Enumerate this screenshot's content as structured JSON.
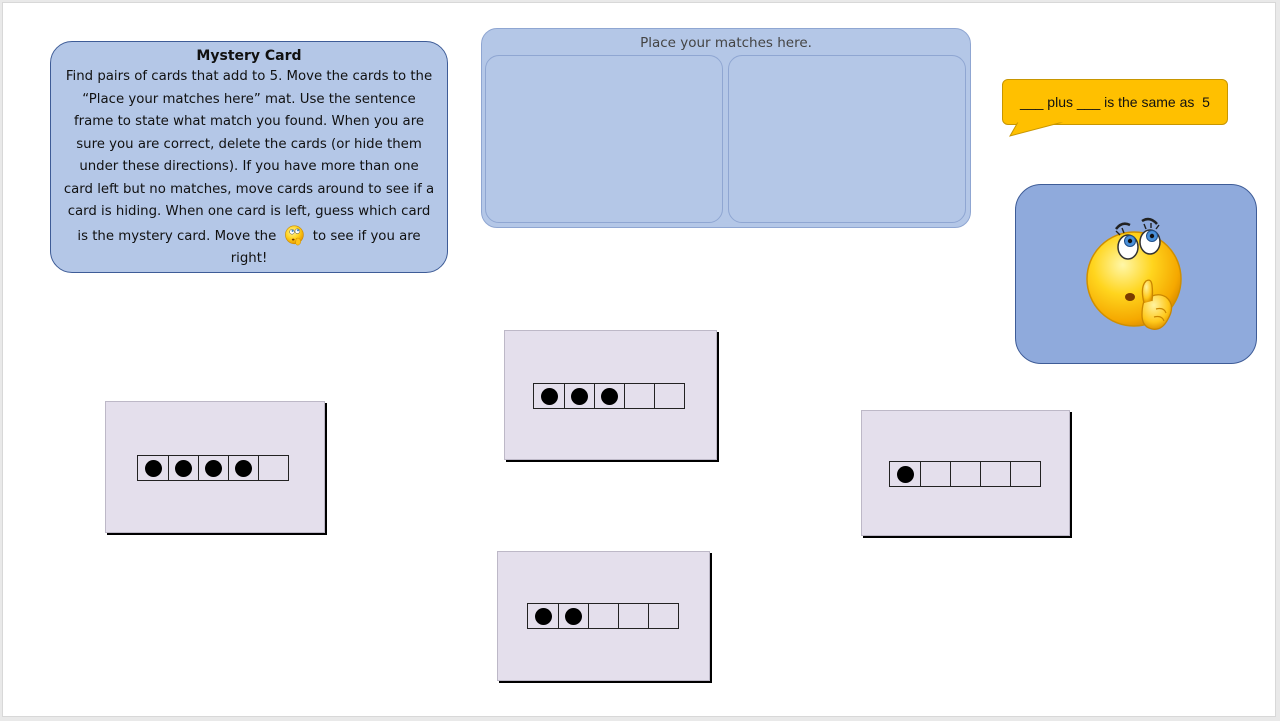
{
  "directions": {
    "title": "Mystery Card",
    "text_before_icon": "Find pairs of cards that add to 5. Move the cards to the “Place your matches here” mat. Use the sentence frame to state what match you found. When you are sure you are correct, delete the cards (or hide them under these directions). If you have more than one card left but no matches, move cards around to see if a card is hiding. When one card is left, guess which card is the mystery card. Move the",
    "inline_icon": "thinking-emoji-icon",
    "text_after_icon": "to see if you are right!"
  },
  "mat": {
    "label": "Place your matches here."
  },
  "sentence_frame": {
    "text": "___ plus ___ is the same as  5"
  },
  "mystery_card": {
    "icon": "thinking-emoji-icon"
  },
  "ten_frame_cards": [
    {
      "filled": 4,
      "total": 5
    },
    {
      "filled": 3,
      "total": 5
    },
    {
      "filled": 1,
      "total": 5
    },
    {
      "filled": 2,
      "total": 5
    }
  ],
  "colors": {
    "directions_bg": "#b4c7e7",
    "mystery_card_bg": "#8faadc",
    "speech_bubble": "#ffc000",
    "card_bg": "#e4dfec"
  }
}
